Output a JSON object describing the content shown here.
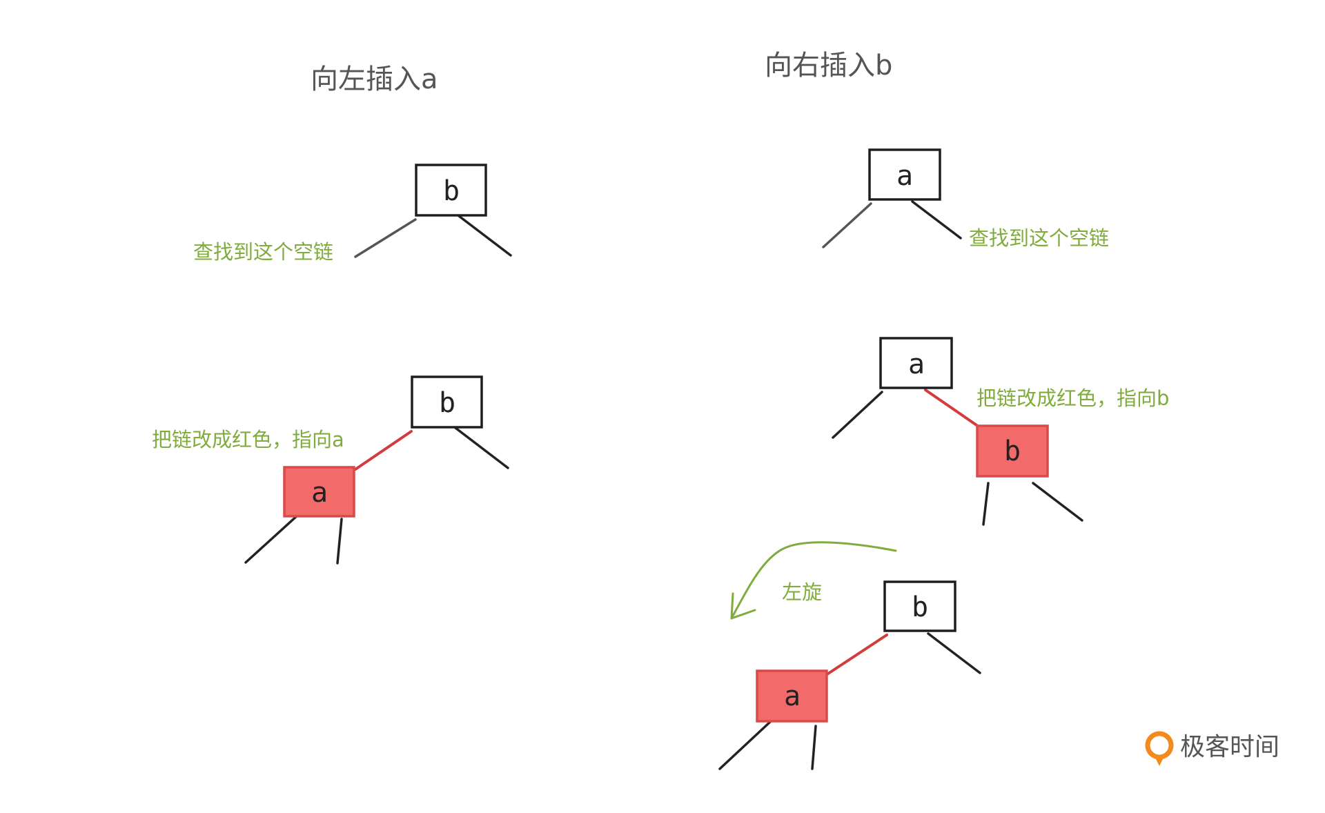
{
  "titles": {
    "left": "向左插入a",
    "right": "向右插入b"
  },
  "notes": {
    "find_empty_link_left": "查找到这个空链",
    "find_empty_link_right": "查找到这个空链",
    "make_red_to_a": "把链改成红色，指向a",
    "make_red_to_b": "把链改成红色，指向b",
    "rotate_left": "左旋"
  },
  "nodes": {
    "left_top_b": "b",
    "left_bottom_b": "b",
    "left_bottom_a": "a",
    "right_top_a": "a",
    "right_mid_a": "a",
    "right_mid_b": "b",
    "right_bottom_b": "b",
    "right_bottom_a": "a"
  },
  "colors": {
    "red_node_fill": "#f26a6a",
    "red_link": "#d33c3c",
    "note_green": "#7fac3c",
    "arrow_green": "#7fac3c"
  },
  "logo": {
    "text": "极客时间",
    "icon": "geektime-logo-icon"
  }
}
